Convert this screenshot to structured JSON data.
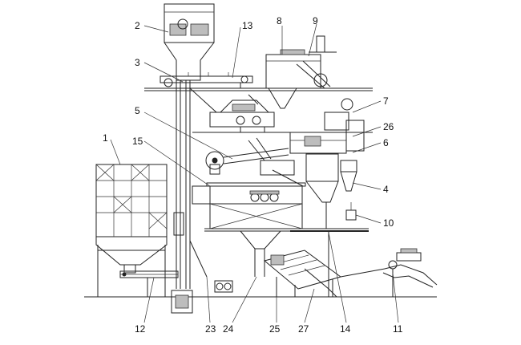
{
  "colors": {
    "line": "#222222",
    "background": "#ffffff"
  },
  "labels": {
    "l1": "1",
    "l2": "2",
    "l3": "3",
    "l4": "4",
    "l5": "5",
    "l6": "6",
    "l7": "7",
    "l8": "8",
    "l9": "9",
    "l10": "10",
    "l11": "11",
    "l12": "12",
    "l13": "13",
    "l14": "14",
    "l15": "15",
    "l23": "23",
    "l24": "24",
    "l25": "25",
    "l26": "26",
    "l27": "27"
  }
}
